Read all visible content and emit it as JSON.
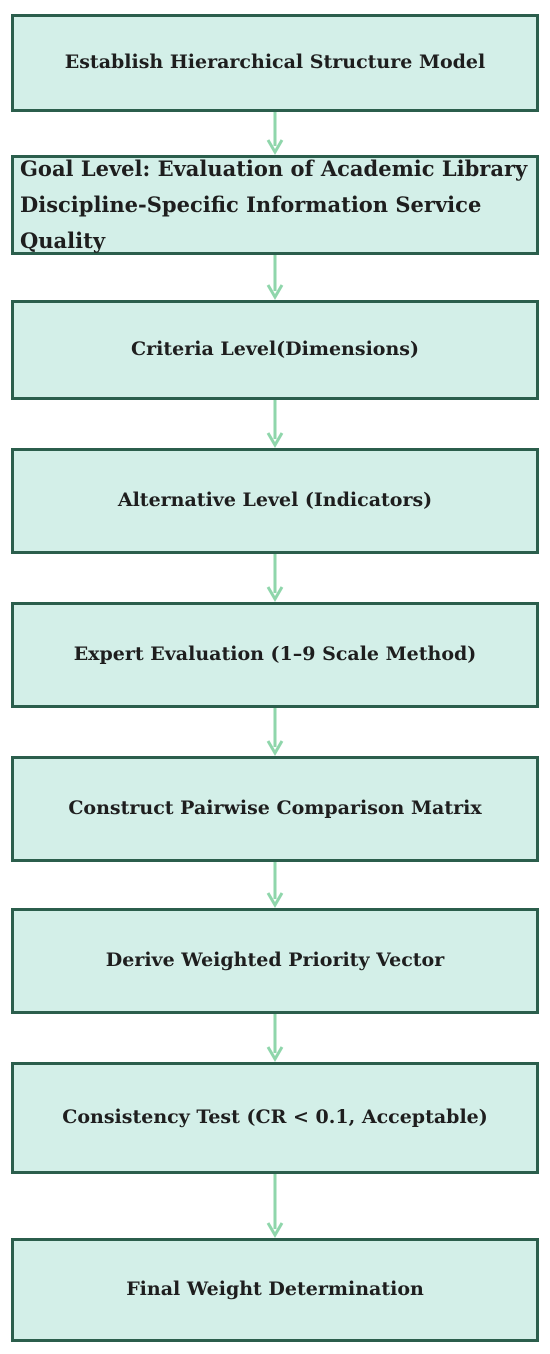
{
  "steps": [
    {
      "label": "Establish Hierarchical Structure Model"
    },
    {
      "label": "Goal Level: Evaluation of Academic Library Discipline-Specific Information Service Quality"
    },
    {
      "label": "Criteria Level(Dimensions)"
    },
    {
      "label": "Alternative Level (Indicators)"
    },
    {
      "label": "Expert Evaluation (1–9 Scale Method)"
    },
    {
      "label": "Construct Pairwise Comparison Matrix"
    },
    {
      "label": "Derive Weighted Priority Vector"
    },
    {
      "label": "Consistency Test (CR < 0.1, Acceptable)"
    },
    {
      "label": "Final Weight Determination"
    }
  ],
  "colors": {
    "box_fill": "#d3efe8",
    "box_border": "#2b5e4c",
    "arrow": "#8fd6ab",
    "text": "#1e1e1e"
  }
}
